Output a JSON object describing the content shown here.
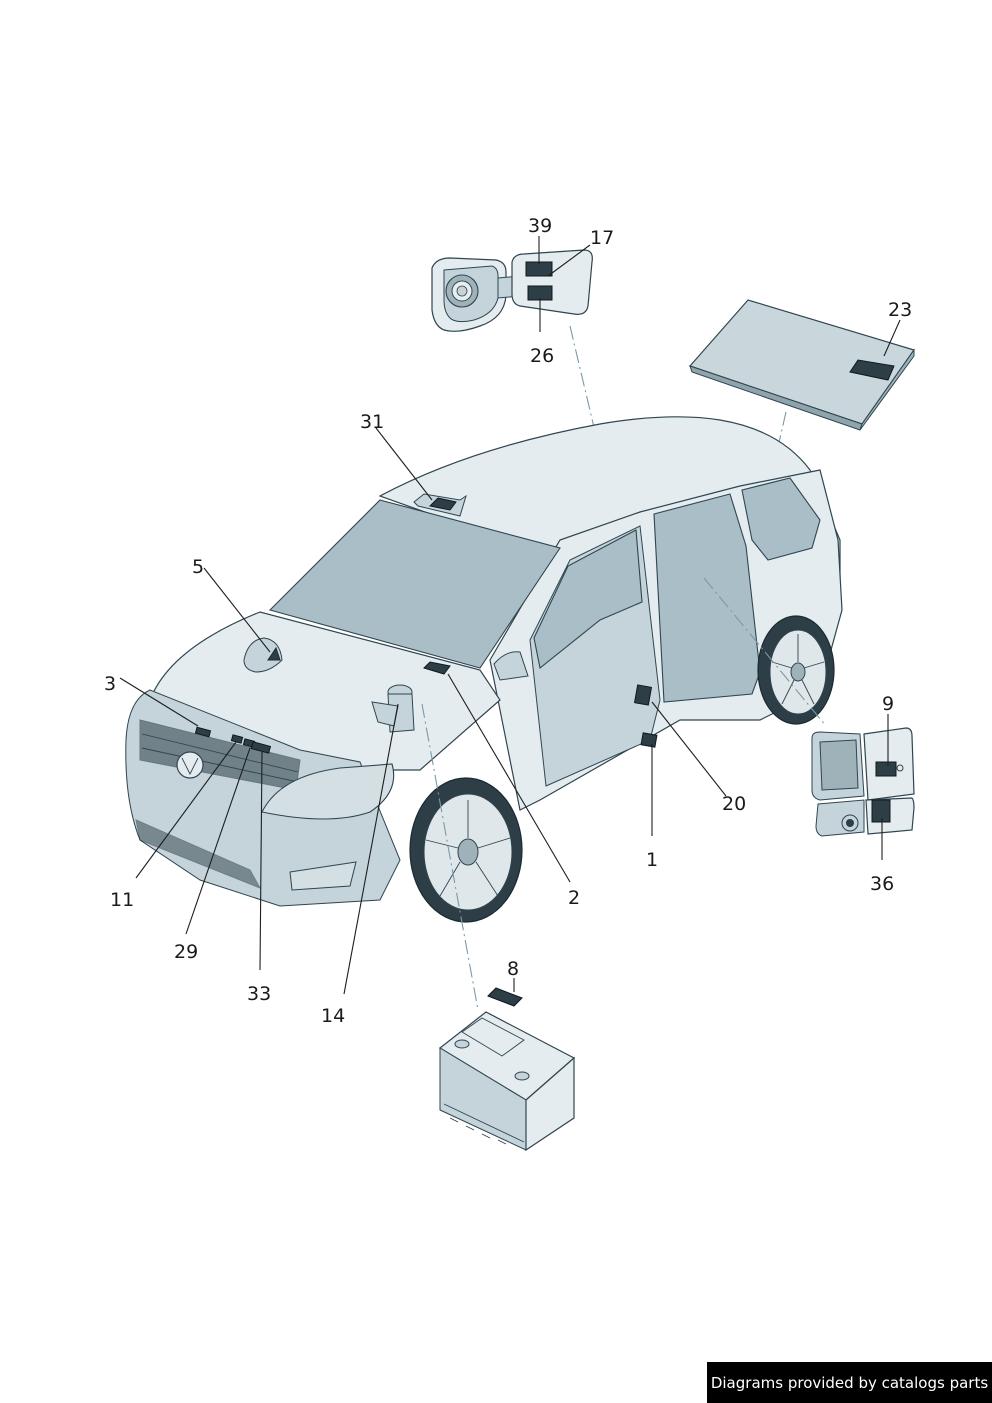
{
  "callouts": {
    "c1": "1",
    "c2": "2",
    "c3": "3",
    "c5": "5",
    "c8": "8",
    "c9": "9",
    "c11": "11",
    "c14": "14",
    "c17": "17",
    "c20": "20",
    "c23": "23",
    "c26": "26",
    "c29": "29",
    "c31": "31",
    "c33": "33",
    "c36": "36",
    "c39": "39"
  },
  "credit": "Diagrams provided by catalogs parts",
  "colors": {
    "body": "#e4ecef",
    "glass": "#a9bec7",
    "outline": "#2f4550",
    "label": "#2d3e46"
  }
}
